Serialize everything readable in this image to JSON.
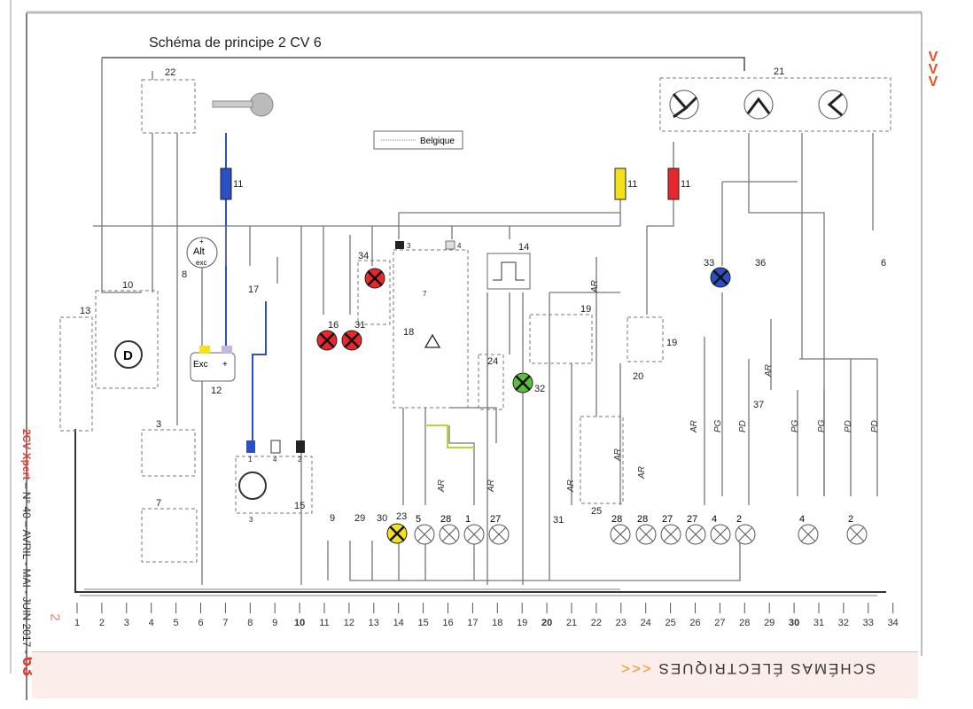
{
  "title": "Schéma de principe 2 CV 6",
  "legend": {
    "label": "Belgique"
  },
  "side": {
    "brand": "2CV Xpert",
    "issue": " – N° 40 – AVRIL - MAI - JUIN 2017 - ",
    "page": "63",
    "mark": "2"
  },
  "footer": {
    "arrows": "<<<",
    "title": "SCHÉMAS ÉLECTRIQUES"
  },
  "nav": {
    "arrows": "VVV"
  },
  "alternator": {
    "title": "Alt",
    "sub": "exc",
    "plus": "+"
  },
  "regulator": {
    "exc": "Exc",
    "plus": "+"
  },
  "components": {
    "c22": "22",
    "c21": "21",
    "c11a": "11",
    "c11b": "11",
    "c11c": "11",
    "c8": "8",
    "c17": "17",
    "c34": "34",
    "c18": "18",
    "c14": "14",
    "c19a": "19",
    "c19b": "19",
    "c10": "10",
    "c13": "13",
    "c12": "12",
    "c16": "16",
    "c31a": "31",
    "c24": "24",
    "c32": "32",
    "c20": "20",
    "c33": "33",
    "c36": "36",
    "c6": "6",
    "c3": "3",
    "c7": "7",
    "c15": "15",
    "c25": "25",
    "c37": "37",
    "c9": "9",
    "c29": "29",
    "c30": "30",
    "c23": "23",
    "c31b": "31",
    "D": "D",
    "f3": "3",
    "f4": "4",
    "f7": "7"
  },
  "connectors": {
    "k1": "1",
    "k4": "4",
    "k2": "2",
    "k3": "3"
  },
  "lamps": [
    {
      "label": "5"
    },
    {
      "label": "28"
    },
    {
      "label": "1"
    },
    {
      "label": "27"
    },
    {
      "label": "28"
    },
    {
      "label": "28"
    },
    {
      "label": "27"
    },
    {
      "label": "27"
    },
    {
      "label": "4"
    },
    {
      "label": "2"
    },
    {
      "label": "4"
    },
    {
      "label": "2"
    }
  ],
  "wire_codes": [
    "AR",
    "AR",
    "AR",
    "AR",
    "AR",
    "AR",
    "AR",
    "PG",
    "PD",
    "AR",
    "PG",
    "PG",
    "PD",
    "PD"
  ],
  "ruler": [
    "1",
    "2",
    "3",
    "4",
    "5",
    "6",
    "7",
    "8",
    "9",
    "10",
    "11",
    "12",
    "13",
    "14",
    "15",
    "16",
    "17",
    "18",
    "19",
    "20",
    "21",
    "22",
    "23",
    "24",
    "25",
    "26",
    "27",
    "28",
    "29",
    "30",
    "31",
    "32",
    "33",
    "34"
  ],
  "colors": {
    "red": "#e8262b",
    "blue": "#2b4fc7",
    "yellow": "#f5e11b",
    "green": "#5cbf3a",
    "orange": "#e4742a",
    "violet": "#c9b4e0",
    "wire": "#777777",
    "accent": "#e53a2f"
  }
}
